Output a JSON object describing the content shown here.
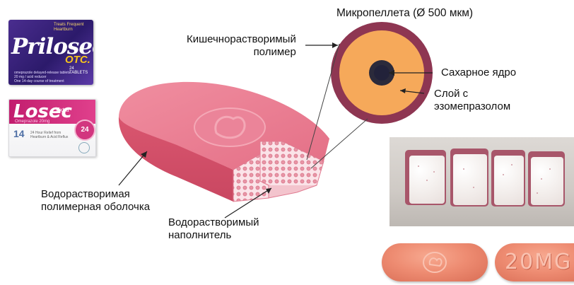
{
  "diagram": {
    "microparticle_title": "Микропеллета (Ø 500 мкм)",
    "label_enteric": "Кишечнорастворимый\nполимер",
    "label_enteric_line1": "Кишечнорастворимый",
    "label_enteric_line2": "полимер",
    "label_sugar_core": "Сахарное ядро",
    "label_esomeprazole_line1": "Слой с",
    "label_esomeprazole_line2": "эзомепразолом",
    "label_coating_line1": "Водорастворимая",
    "label_coating_line2": "полимерная оболочка",
    "label_filler_line1": "Водорастворимый",
    "label_filler_line2": "наполнитель"
  },
  "products": {
    "prilosec": {
      "brand": "Prilosec",
      "otc": "OTC.",
      "tagline": "Treats Frequent Heartburn",
      "small_text": "omeprazole delayed-release tablets 20 mg / acid reducer",
      "count": "24 TABLETS",
      "course": "One 14-day course of treatment"
    },
    "losec": {
      "brand": "Losec",
      "extra": "Extra",
      "sub": "Omeprazole 20mg",
      "count": "14",
      "badge": "24",
      "small_text": "24 Hour Relief from Heartburn & Acid Reflux"
    }
  },
  "tablet_imprint": "20MG",
  "colors": {
    "tablet_pink": "#e46f86",
    "enteric_ring": "#8e3652",
    "drug_layer": "#f6a95a",
    "sugar_core": "#2b2a3b",
    "pill_orange": "#ee8c72"
  }
}
